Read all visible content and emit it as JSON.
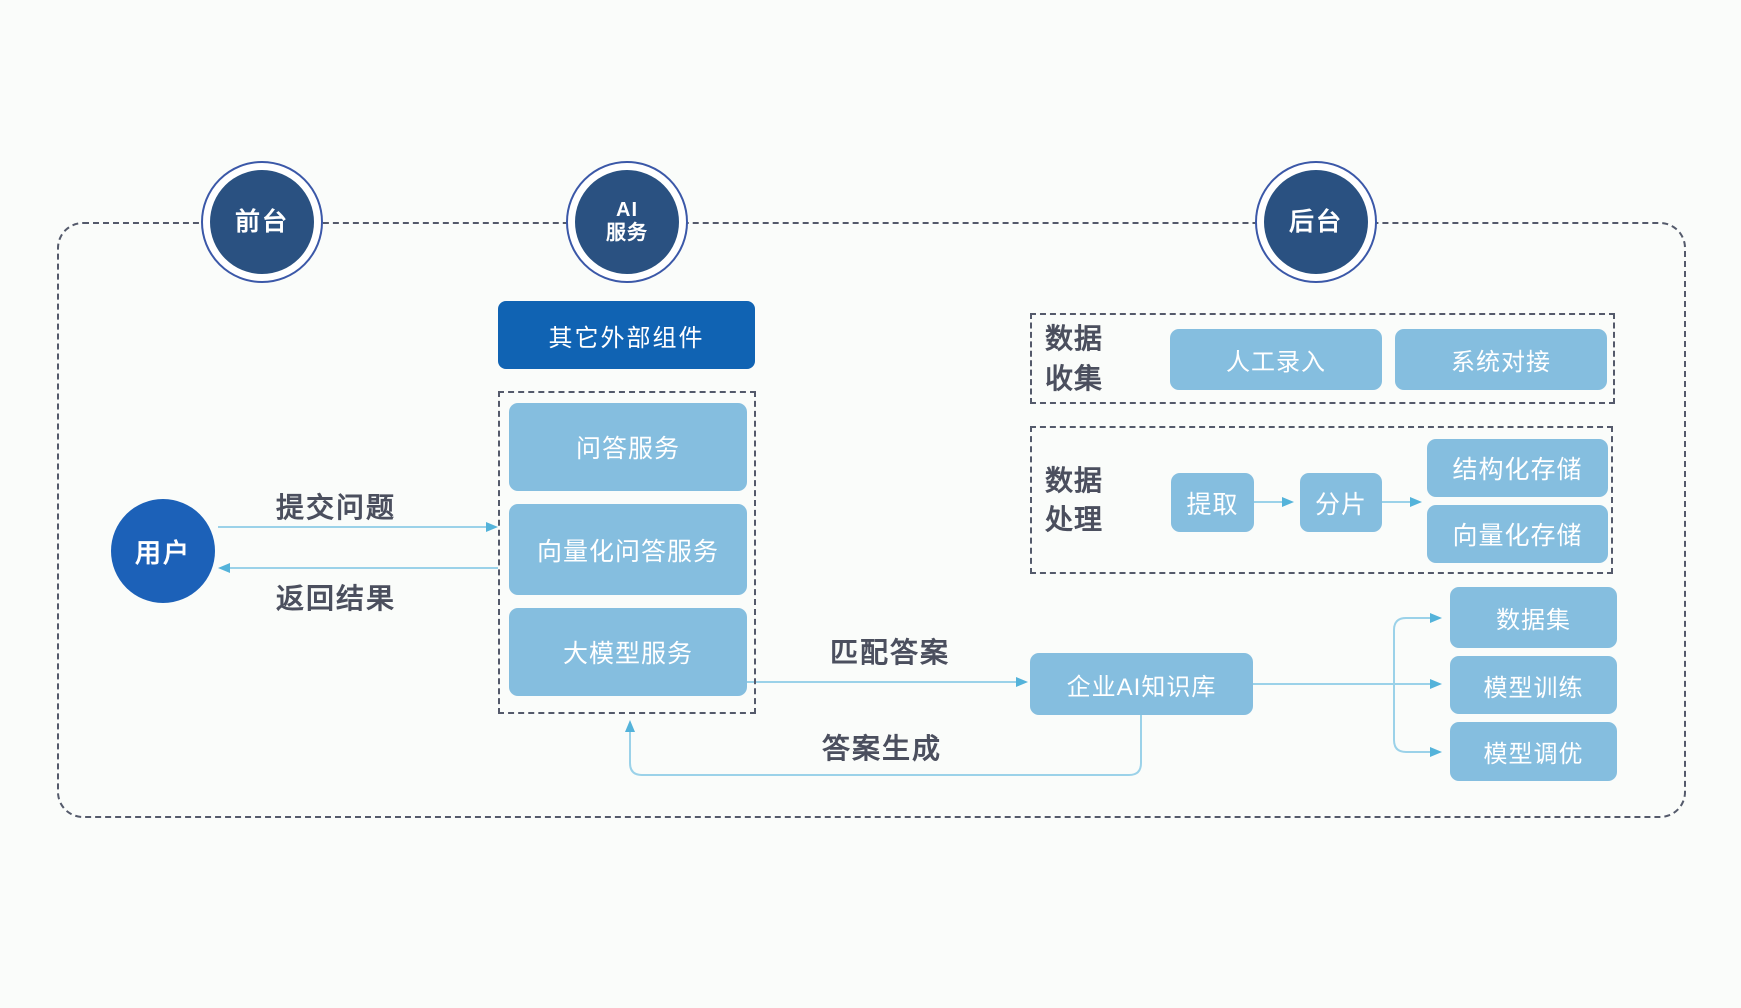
{
  "colors": {
    "background": "#fafcfa",
    "navy": "#2a5181",
    "navy_ring": "#3b58a8",
    "user_blue": "#1c61b8",
    "dark_blue": "#1063b3",
    "light_blue": "#85bedf",
    "line_blue": "#9bd2e9",
    "arrow_blue": "#54b3da",
    "dash": "#545a6b",
    "label": "#4b4f5e"
  },
  "lanes": {
    "front": "前台",
    "ai": "AI\n服务",
    "back": "后台"
  },
  "nodes": {
    "user": "用户",
    "external": "其它外部组件",
    "qa": "问答服务",
    "vector_qa": "向量化问答服务",
    "llm": "大模型服务",
    "kb": "企业AI知识库",
    "manual_entry": "人工录入",
    "system_integration": "系统对接",
    "extract": "提取",
    "shard": "分片",
    "structured_storage": "结构化存储",
    "vector_storage": "向量化存储",
    "dataset": "数据集",
    "model_training": "模型训练",
    "model_tuning": "模型调优"
  },
  "groups": {
    "data_collection": "数据\n收集",
    "data_processing": "数据\n处理"
  },
  "edges": {
    "submit_question": "提交问题",
    "return_result": "返回结果",
    "match_answer": "匹配答案",
    "answer_generation": "答案生成"
  }
}
